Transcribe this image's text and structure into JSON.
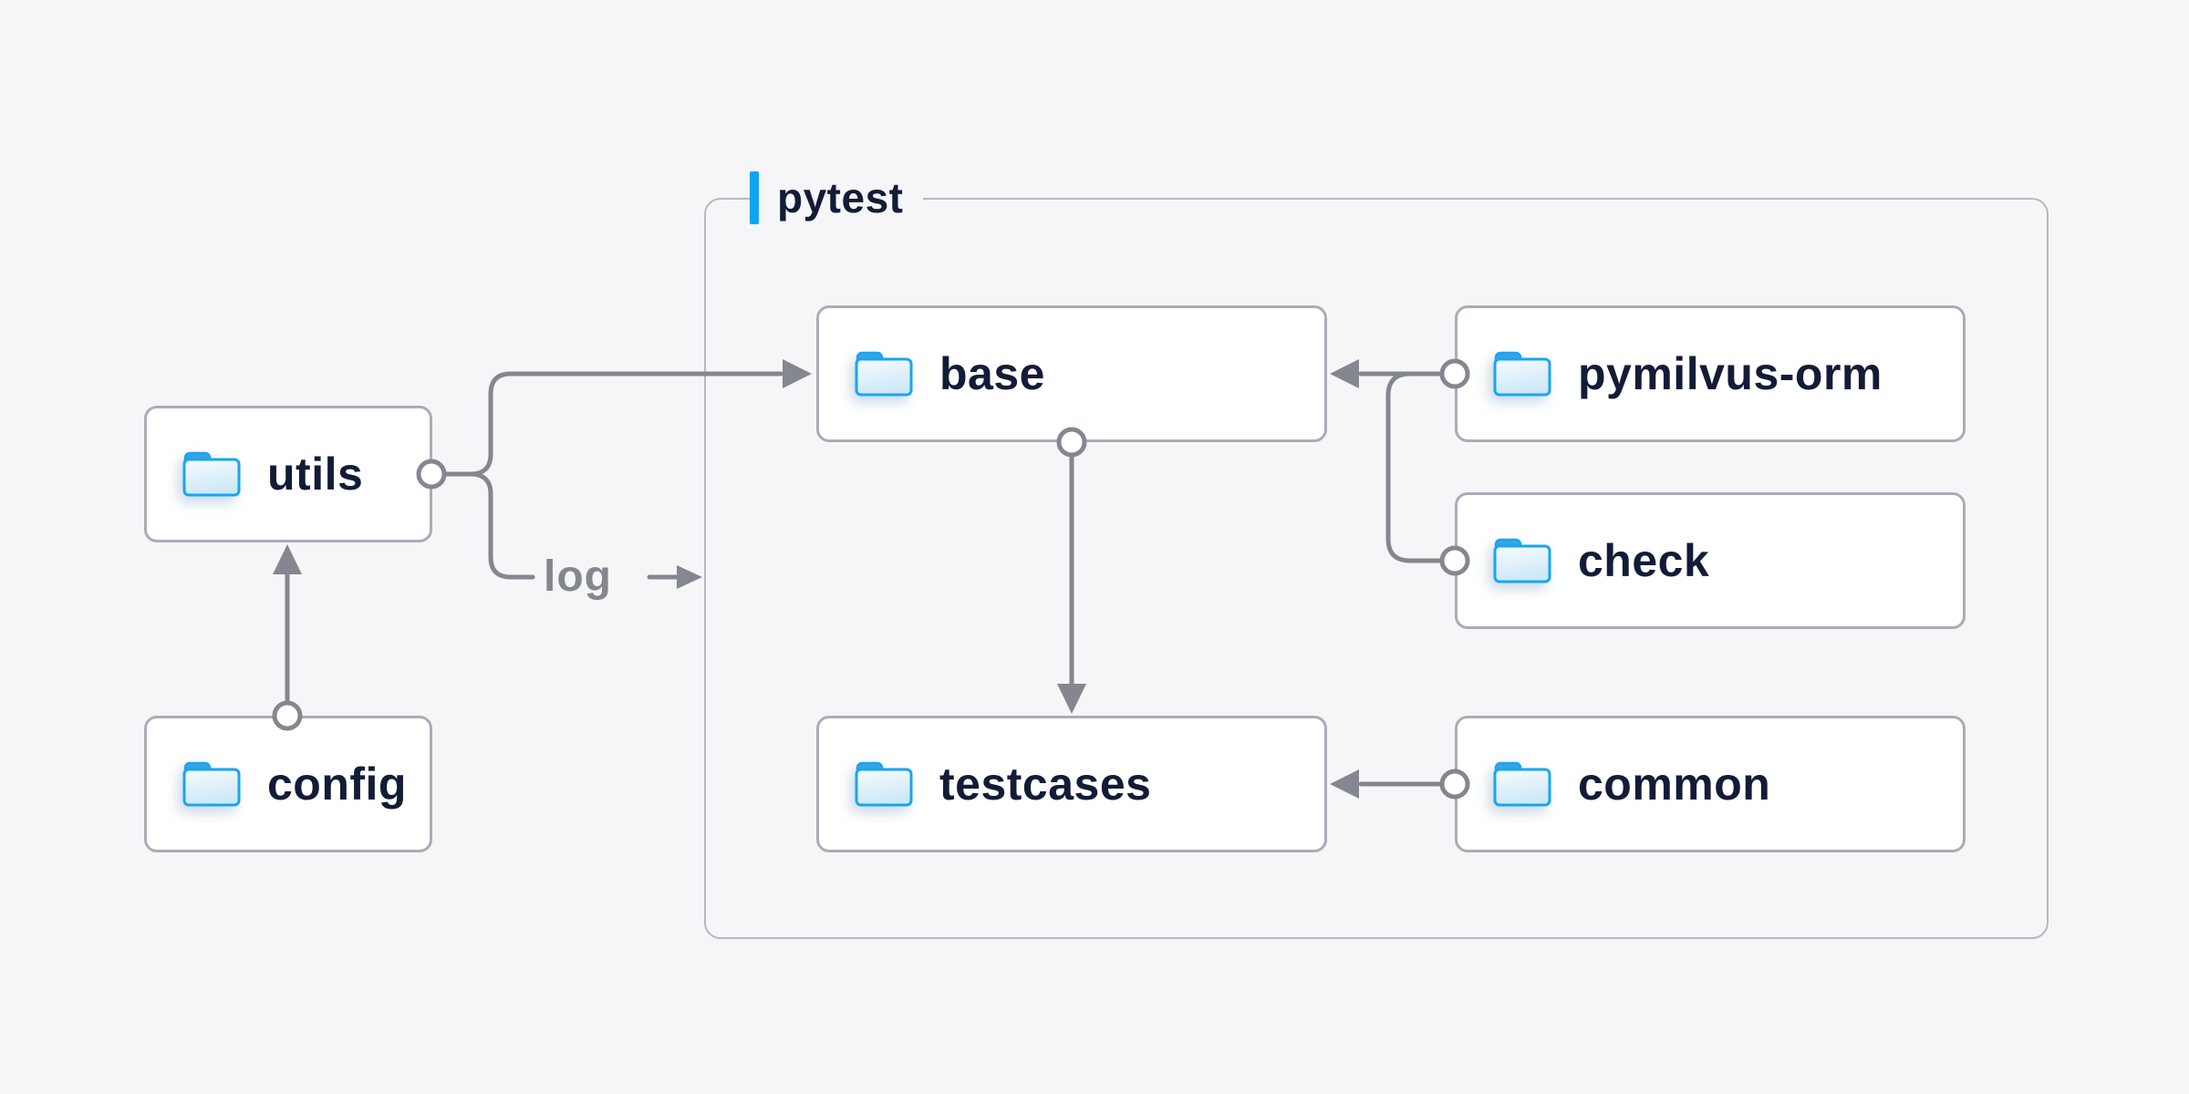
{
  "colors": {
    "background": "#f6f6f8",
    "node_fill": "#ffffff",
    "node_border": "#a9adb6",
    "container_border": "#b5b8c2",
    "text": "#131c36",
    "connector": "#84878f",
    "accent_blue": "#0ba6f2",
    "folder_stroke": "#19a5f1",
    "folder_tab": "#38a3e4",
    "folder_fill_light": "#f7fbfe",
    "folder_fill_dark": "#cde8f8"
  },
  "container": {
    "label": "pytest",
    "accent": "blue-vertical-bar"
  },
  "nodes": [
    {
      "id": "utils",
      "label": "utils",
      "icon": "folder-icon",
      "inside_container": false
    },
    {
      "id": "config",
      "label": "config",
      "icon": "folder-icon",
      "inside_container": false
    },
    {
      "id": "base",
      "label": "base",
      "icon": "folder-icon",
      "inside_container": true
    },
    {
      "id": "testcases",
      "label": "testcases",
      "icon": "folder-icon",
      "inside_container": true
    },
    {
      "id": "pymilvus-orm",
      "label": "pymilvus-orm",
      "icon": "folder-icon",
      "inside_container": true
    },
    {
      "id": "check",
      "label": "check",
      "icon": "folder-icon",
      "inside_container": true
    },
    {
      "id": "common",
      "label": "common",
      "icon": "folder-icon",
      "inside_container": true
    }
  ],
  "edges": [
    {
      "from": "config",
      "to": "utils",
      "style": "circle-to-arrow",
      "label": ""
    },
    {
      "from": "utils",
      "to": "base",
      "style": "circle-to-arrow",
      "label": ""
    },
    {
      "from": "utils",
      "to": "pytest",
      "style": "circle-to-arrow",
      "label": "log"
    },
    {
      "from": "pymilvus-orm",
      "to": "base",
      "style": "circle-to-arrow",
      "label": ""
    },
    {
      "from": "check",
      "to": "base",
      "style": "circle-to-arrow",
      "label": ""
    },
    {
      "from": "base",
      "to": "testcases",
      "style": "circle-to-arrow",
      "label": ""
    },
    {
      "from": "common",
      "to": "testcases",
      "style": "circle-to-arrow",
      "label": ""
    }
  ]
}
